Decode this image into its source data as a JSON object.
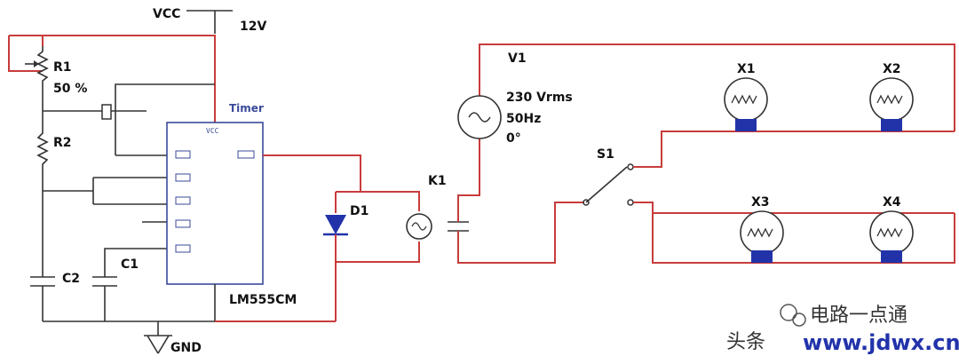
{
  "labels": {
    "vcc": "VCC",
    "vcc_value": "12V",
    "r1": "R1",
    "r1_value": "50 %",
    "r2": "R2",
    "timer": "Timer",
    "ic_part": "LM555CM",
    "ic_pin_top": "VCC",
    "c1": "C1",
    "c2": "C2",
    "gnd": "GND",
    "d1": "D1",
    "k1": "K1",
    "v1": "V1",
    "v1_line1": "230 Vrms",
    "v1_line2": "50Hz",
    "v1_line3": "0°",
    "s1": "S1",
    "x1": "X1",
    "x2": "X2",
    "x3": "X3",
    "x4": "X4"
  },
  "watermark": {
    "platform": "头条",
    "site_name": "电路一点通",
    "url": "www.jdwx.cn"
  },
  "colors": {
    "wire_main": "#c83c3c",
    "wire_component": "#333333",
    "ic_outline": "#3a4a9a",
    "lamp_base": "#2233aa"
  }
}
